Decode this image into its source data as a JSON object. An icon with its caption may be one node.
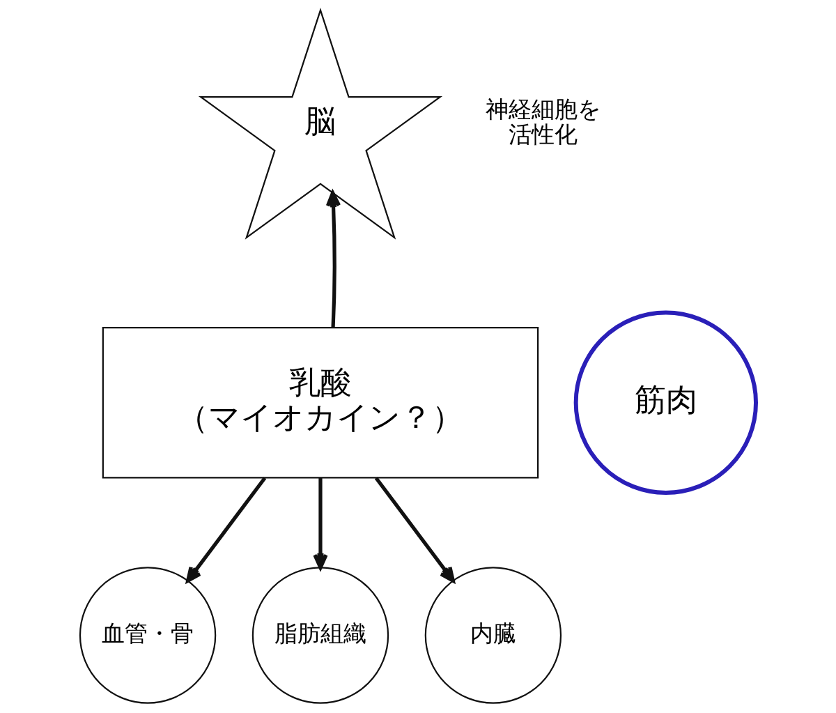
{
  "diagram": {
    "nodes": [
      {
        "text": [
          "脳"
        ],
        "beside": [
          "神経細胞を活性化"
        ]
      },
      {
        "text": [
          "乳酸",
          "（マイオカイン？）"
        ]
      },
      {
        "text": [
          "筋肉"
        ]
      },
      {
        "text": [
          "血管・骨"
        ]
      },
      {
        "text": [
          "脂肪組織"
        ]
      },
      {
        "text": [
          "内臓"
        ]
      }
    ],
    "edges": [
      {
        "from": 1,
        "to": 0,
        "arrow": "to"
      },
      {
        "from": 1,
        "to": 3,
        "arrow": "to"
      },
      {
        "from": 1,
        "to": 4,
        "arrow": "to"
      },
      {
        "from": 1,
        "to": 5,
        "arrow": "to"
      }
    ]
  }
}
